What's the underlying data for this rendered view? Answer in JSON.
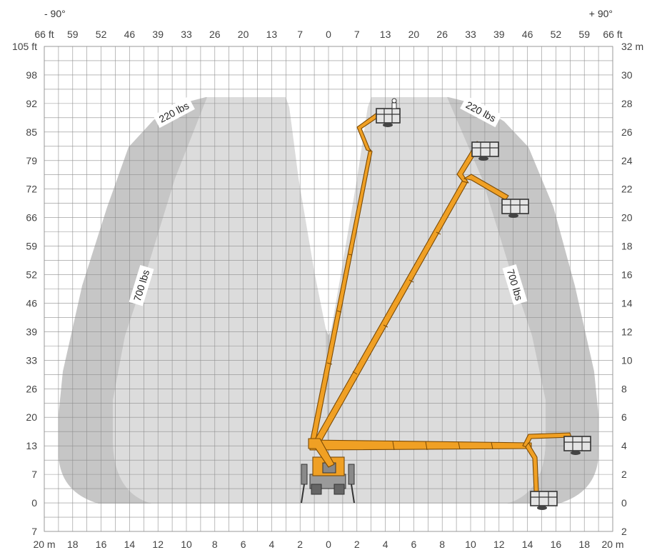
{
  "angles": {
    "left": "- 90°",
    "right": "+ 90°"
  },
  "axes": {
    "top_ft": [
      "66 ft",
      "59",
      "52",
      "46",
      "39",
      "33",
      "26",
      "20",
      "13",
      "7",
      "0",
      "7",
      "13",
      "20",
      "26",
      "33",
      "39",
      "46",
      "52",
      "59",
      "66 ft"
    ],
    "bottom_m": [
      "20 m",
      "18",
      "16",
      "14",
      "12",
      "10",
      "8",
      "6",
      "4",
      "2",
      "0",
      "2",
      "4",
      "6",
      "8",
      "10",
      "12",
      "14",
      "16",
      "18",
      "20 m"
    ],
    "left_ft": [
      "105 ft",
      "98",
      "92",
      "85",
      "79",
      "72",
      "66",
      "59",
      "52",
      "46",
      "39",
      "33",
      "26",
      "20",
      "13",
      "7",
      "0",
      "7"
    ],
    "right_m": [
      "32 m",
      "30",
      "28",
      "26",
      "24",
      "22",
      "20",
      "18",
      "16",
      "14",
      "12",
      "10",
      "8",
      "6",
      "4",
      "2",
      "0",
      "2"
    ]
  },
  "zones": [
    {
      "label": "220 lbs",
      "side": "left",
      "shade": "#c6c6c6"
    },
    {
      "label": "700 lbs",
      "side": "left",
      "shade": "#dcdcdc"
    },
    {
      "label": "220 lbs",
      "side": "right",
      "shade": "#c6c6c6"
    },
    {
      "label": "700 lbs",
      "side": "right",
      "shade": "#dcdcdc"
    }
  ],
  "colors": {
    "boom": "#f0a024",
    "grid": "#8f8f8f",
    "outer_zone": "#c6c6c6",
    "inner_zone": "#dcdcdc"
  },
  "boom_positions": [
    "vertical",
    "diagonal",
    "horizontal-reach",
    "low-reach",
    "high-reach"
  ]
}
